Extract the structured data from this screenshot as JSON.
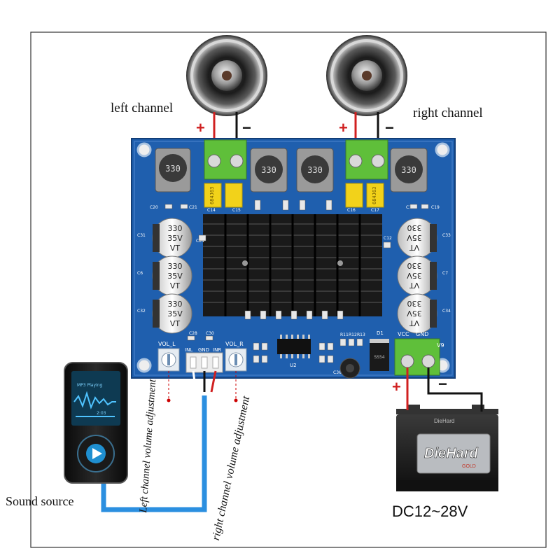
{
  "labels": {
    "left_channel": "left channel",
    "right_channel": "right channel",
    "sound_source": "Sound source",
    "power": "DC12~28V",
    "left_volume": "Left channel volume adjustment",
    "right_volume": "right channel volume adjustment",
    "plus": "+",
    "minus": "−"
  },
  "board": {
    "vol_l": "VOL_L",
    "vol_r": "VOL_R",
    "inl": "INL",
    "gnd": "GND",
    "inr": "INR",
    "vcc": "VCC",
    "gnd2": "GND",
    "v9": "V9",
    "u2": "U2",
    "d1": "D1",
    "ic_text": "SS54",
    "inductor_text": "330",
    "cap_text": [
      "330",
      "35V",
      "VT"
    ],
    "film_cap_text": "684J63",
    "silkscreen": [
      "C20",
      "C21",
      "C14",
      "C15",
      "C16",
      "C17",
      "C18",
      "C19",
      "C31",
      "C6",
      "C32",
      "C33",
      "C7",
      "C34",
      "C28",
      "C30",
      "C12",
      "C24",
      "R11",
      "R12",
      "R13",
      "C36"
    ]
  },
  "battery": {
    "brand": "DieHard",
    "tag": "GOLD",
    "cap_brand": "DieHard"
  },
  "player": {
    "screen_text": "MP3 Playing",
    "time": "2:03"
  },
  "colors": {
    "pcb": "#1f5fae",
    "heatsink": "#1a1a1a",
    "terminal": "#5fbf3a",
    "wire_red": "#d02020",
    "wire_black": "#111111",
    "wire_blue": "#2b8fe0",
    "battery": "#222222"
  }
}
